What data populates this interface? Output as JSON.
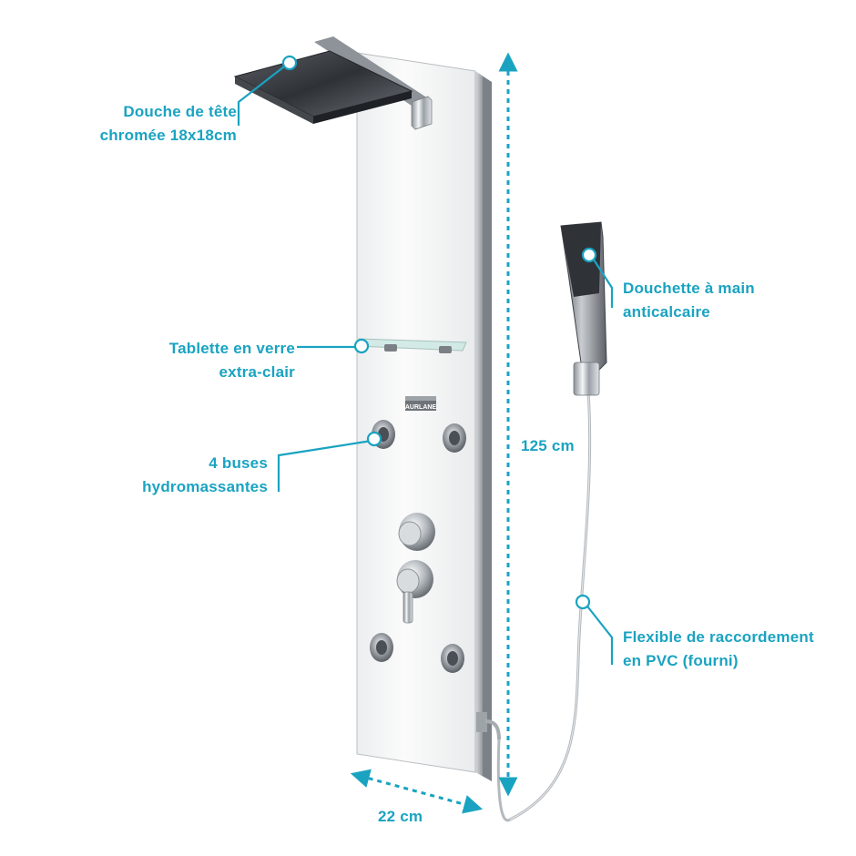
{
  "colors": {
    "accent": "#1aa3c1",
    "chrome_dark": "#3c3f44",
    "chrome_light": "#cfd3d7",
    "panel": "#f4f5f5",
    "panel_edge": "#9a9ea3"
  },
  "panel": {
    "brand": "AURLANE"
  },
  "annotations": {
    "head_shower": {
      "line1": "Douche de tête",
      "line2": "chromée 18x18cm"
    },
    "shelf": {
      "line1": "Tablette en verre",
      "line2": "extra-clair"
    },
    "jets": {
      "line1": "4 buses",
      "line2": "hydromassantes"
    },
    "hand_shower": {
      "line1": "Douchette à main",
      "line2": "anticalcaire"
    },
    "hose": {
      "line1": "Flexible de raccordement",
      "line2": "en PVC (fourni)"
    }
  },
  "dimensions": {
    "height": "125 cm",
    "width": "22 cm"
  }
}
